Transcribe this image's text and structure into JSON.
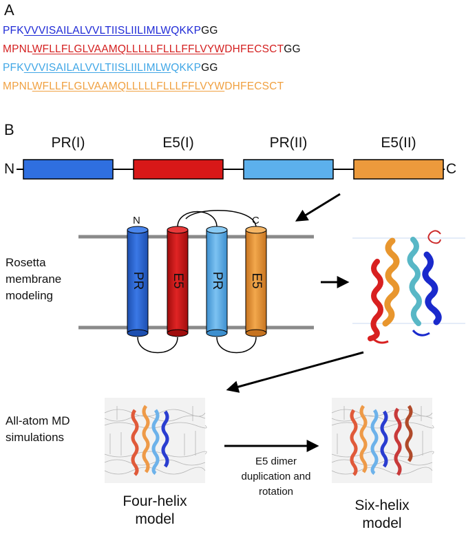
{
  "panel_a": {
    "label": "A",
    "lines": [
      {
        "pre": "PFK",
        "core": "VVVISAILALVVLTIISLIILIMLW",
        "post": "QKKP",
        "tail": "GG",
        "color": "#1f2ad6"
      },
      {
        "pre": "MPNL",
        "core": "WFLLFLGLVAAMQLLLLLFLLLFFLVYW",
        "post": "DHFECSCT",
        "tail": "GG",
        "color": "#d42020"
      },
      {
        "pre": "PFK",
        "core": "VVVISAILALVVLTIISLIILIMLW",
        "post": "QKKP",
        "tail": "GG",
        "color": "#3fa6e6"
      },
      {
        "pre": "MPNL",
        "core": "WFLLFLGLVAAMQLLLLLFLLLFFLVYW",
        "post": "DHFECSCT",
        "tail": "",
        "color": "#f0a040"
      }
    ]
  },
  "panel_b": {
    "label": "B",
    "n_terminus": "N",
    "c_terminus": "C",
    "segments": [
      {
        "label": "PR(I)",
        "color": "#2f6fe0"
      },
      {
        "label": "E5(I)",
        "color": "#d81818"
      },
      {
        "label": "PR(II)",
        "color": "#5cb0ec"
      },
      {
        "label": "E5(II)",
        "color": "#ec9a3c"
      }
    ],
    "topology": {
      "helices": [
        "PR",
        "E5",
        "PR",
        "E5"
      ],
      "n_label": "N",
      "c_label": "C"
    },
    "rosetta_label": "Rosetta membrane modeling",
    "md_label": "All-atom MD simulations",
    "four_helix_caption": "Four-helix model",
    "six_helix_caption": "Six-helix model",
    "arrow_caption": "E5 dimer duplication and rotation"
  },
  "colors": {
    "dark_blue": "#1f2ad6",
    "red": "#d42020",
    "light_blue": "#3fa6e6",
    "orange": "#f0a040",
    "membrane_line": "#8a8a8a"
  }
}
